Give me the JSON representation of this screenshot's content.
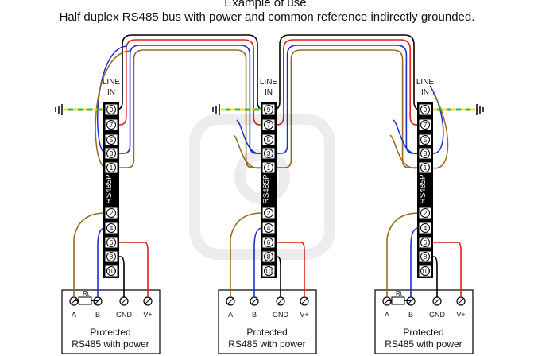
{
  "title": {
    "line1": "Example of use.",
    "line2": "Half duplex RS485 bus with power and common reference indirectly grounded."
  },
  "module": {
    "label": "RS485P",
    "input_label_line1": "LINE",
    "input_label_line2": "IN",
    "terminals": [
      "9",
      "7",
      "5",
      "3",
      "1",
      "2",
      "4",
      "6",
      "8",
      "10"
    ]
  },
  "device": {
    "name_line1": "Protected",
    "name_line2": "RS485 with power",
    "terminals": [
      "A",
      "B",
      "GND",
      "V+"
    ],
    "resistor_label": "Rt"
  },
  "colors": {
    "wire_black": "#000000",
    "wire_red": "#e41e1e",
    "wire_blue": "#1a2fd6",
    "wire_brown": "#9a6a18",
    "earth_green": "#36b54a",
    "earth_yellow": "#f0e020"
  }
}
